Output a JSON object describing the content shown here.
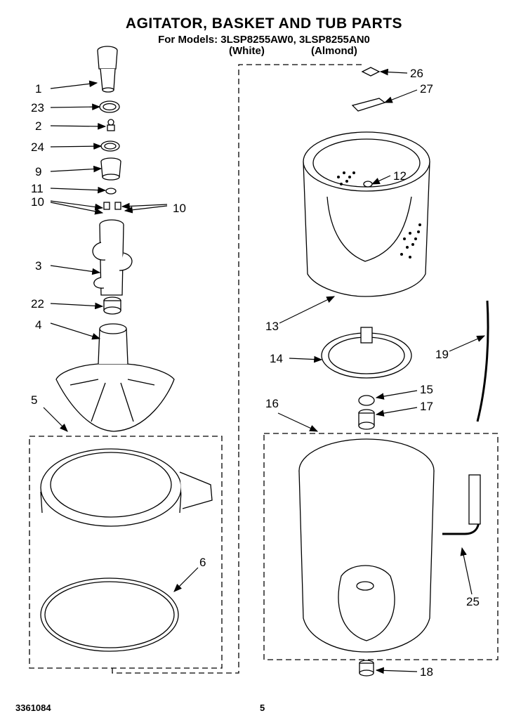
{
  "header": {
    "title": "AGITATOR, BASKET AND TUB PARTS",
    "models": "For Models: 3LSP8255AW0, 3LSP8255AN0",
    "white": "(White)",
    "almond": "(Almond)"
  },
  "footer": {
    "doc_number": "3361084",
    "page": "5"
  },
  "callouts": [
    "1",
    "23",
    "2",
    "24",
    "9",
    "11",
    "10",
    "10",
    "3",
    "22",
    "4",
    "5",
    "6",
    "26",
    "27",
    "12",
    "13",
    "14",
    "19",
    "15",
    "16",
    "17",
    "25",
    "18"
  ]
}
